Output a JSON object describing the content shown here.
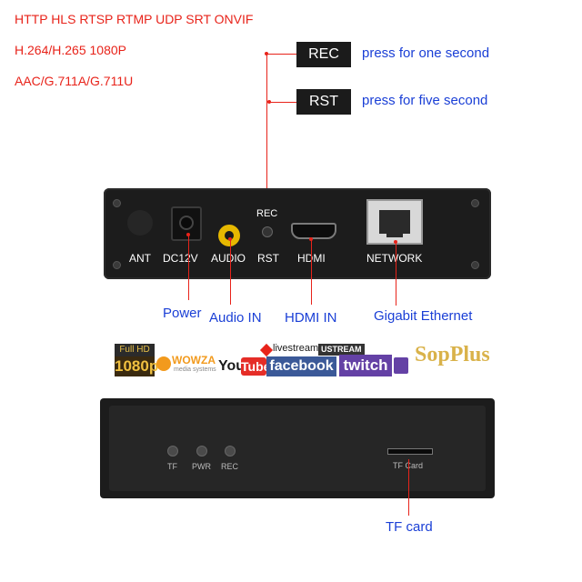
{
  "specs": {
    "protocols": "HTTP HLS RTSP RTMP UDP SRT ONVIF",
    "video": "H.264/H.265 1080P",
    "audio": "AAC/G.711A/G.711U"
  },
  "buttons": {
    "rec": {
      "label": "REC",
      "note": "press for one second"
    },
    "rst": {
      "label": "RST",
      "note": "press for five second"
    }
  },
  "rear_panel": {
    "ant": "ANT",
    "dc": "DC12V",
    "audio": "AUDIO",
    "rec": "REC",
    "rst": "RST",
    "hdmi": "HDMI",
    "network": "NETWORK"
  },
  "callouts": {
    "power": "Power",
    "audio_in": "Audio IN",
    "hdmi_in": "HDMI IN",
    "ethernet": "Gigabit Ethernet",
    "tf_card": "TF card"
  },
  "logos": {
    "fullhd": "Full HD",
    "res": "1080p",
    "wowza": "WOWZA",
    "wowza_sub": "media systems",
    "livestream": "livestream",
    "ustream": "USTREAM",
    "youtube_you": "You",
    "youtube_tube": "Tube",
    "facebook": "facebook",
    "twitch": "twitch",
    "sopplus": "SopPlus"
  },
  "front_panel": {
    "led1": "TF",
    "led2": "PWR",
    "led3": "REC",
    "tf_slot": "TF Card"
  },
  "colors": {
    "spec_red": "#e8231a",
    "note_blue": "#1a3fd6",
    "device_black": "#1c1c1c"
  }
}
